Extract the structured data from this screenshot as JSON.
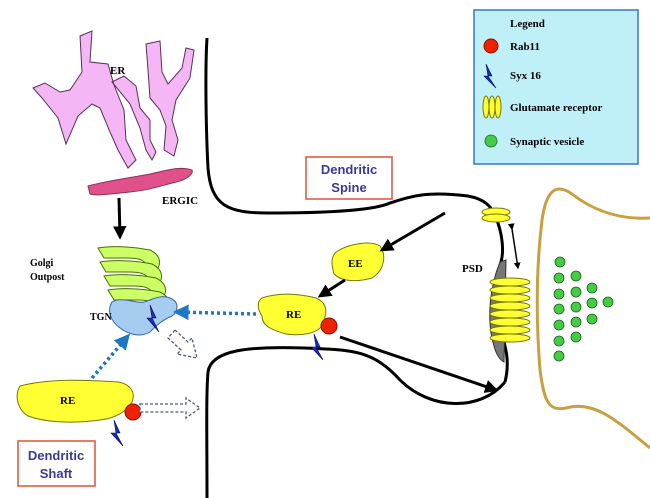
{
  "labels": {
    "er": "ER",
    "ergic": "ERGIC",
    "golgi_line1": "Golgi",
    "golgi_line2": "Outpost",
    "tgn": "TGN",
    "ee": "EE",
    "re_spine": "RE",
    "re_shaft": "RE",
    "psd": "PSD"
  },
  "region_boxes": {
    "spine_line1": "Dendritic",
    "spine_line2": "Spine",
    "shaft_line1": "Dendritic",
    "shaft_line2": "Shaft"
  },
  "legend": {
    "title": "Legend",
    "items": [
      {
        "label": "Rab11",
        "icon": "red-circle-icon"
      },
      {
        "label": "Syx 16",
        "icon": "blue-lightning-icon"
      },
      {
        "label": "Glutamate receptor",
        "icon": "glutamate-receptor-icon"
      },
      {
        "label": "Synaptic vesicle",
        "icon": "green-vesicle-icon"
      }
    ]
  },
  "colors": {
    "er_fill": "#f4b6f4",
    "ergic_fill": "#e0508a",
    "golgi_fill": "#ccff66",
    "tgn_fill": "#a6ccf0",
    "endosome_fill": "#ffff33",
    "rab11": "#ee2200",
    "syx16": "#1a2fb8",
    "vesicle": "#44cc44",
    "presynaptic_outline": "#c8a040",
    "legend_bg": "#bff0f8",
    "legend_border": "#3377cc",
    "region_box_border": "#e05030",
    "region_box_text": "#3a3a9a",
    "dotted_arrow": "#1f77c4",
    "psd_fill": "#777777"
  }
}
